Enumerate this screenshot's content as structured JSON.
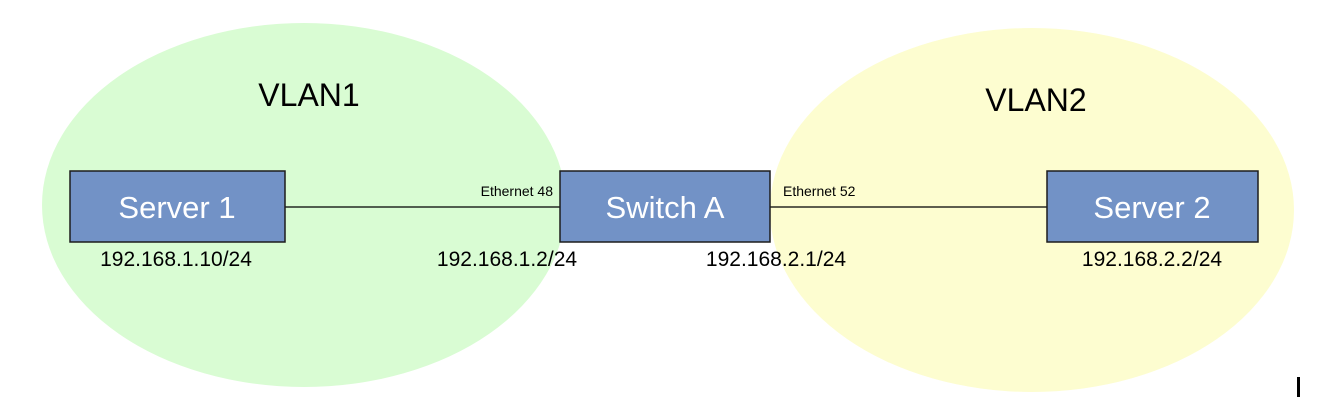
{
  "colors": {
    "vlan1_fill": "#d9fcd3",
    "vlan2_fill": "#fdfdd0",
    "node_fill": "#7292c6",
    "node_border": "#1d1d1d",
    "link": "#000000"
  },
  "zones": {
    "vlan1": {
      "label": "VLAN1"
    },
    "vlan2": {
      "label": "VLAN2"
    }
  },
  "nodes": {
    "server1": {
      "label": "Server 1",
      "ip": "192.168.1.10/24"
    },
    "switch_a": {
      "label": "Switch A",
      "ip_left": "192.168.1.2/24",
      "ip_right": "192.168.2.1/24"
    },
    "server2": {
      "label": "Server 2",
      "ip": "192.168.2.2/24"
    }
  },
  "links": {
    "left": {
      "port": "Ethernet 48"
    },
    "right": {
      "port": "Ethernet 52"
    }
  }
}
